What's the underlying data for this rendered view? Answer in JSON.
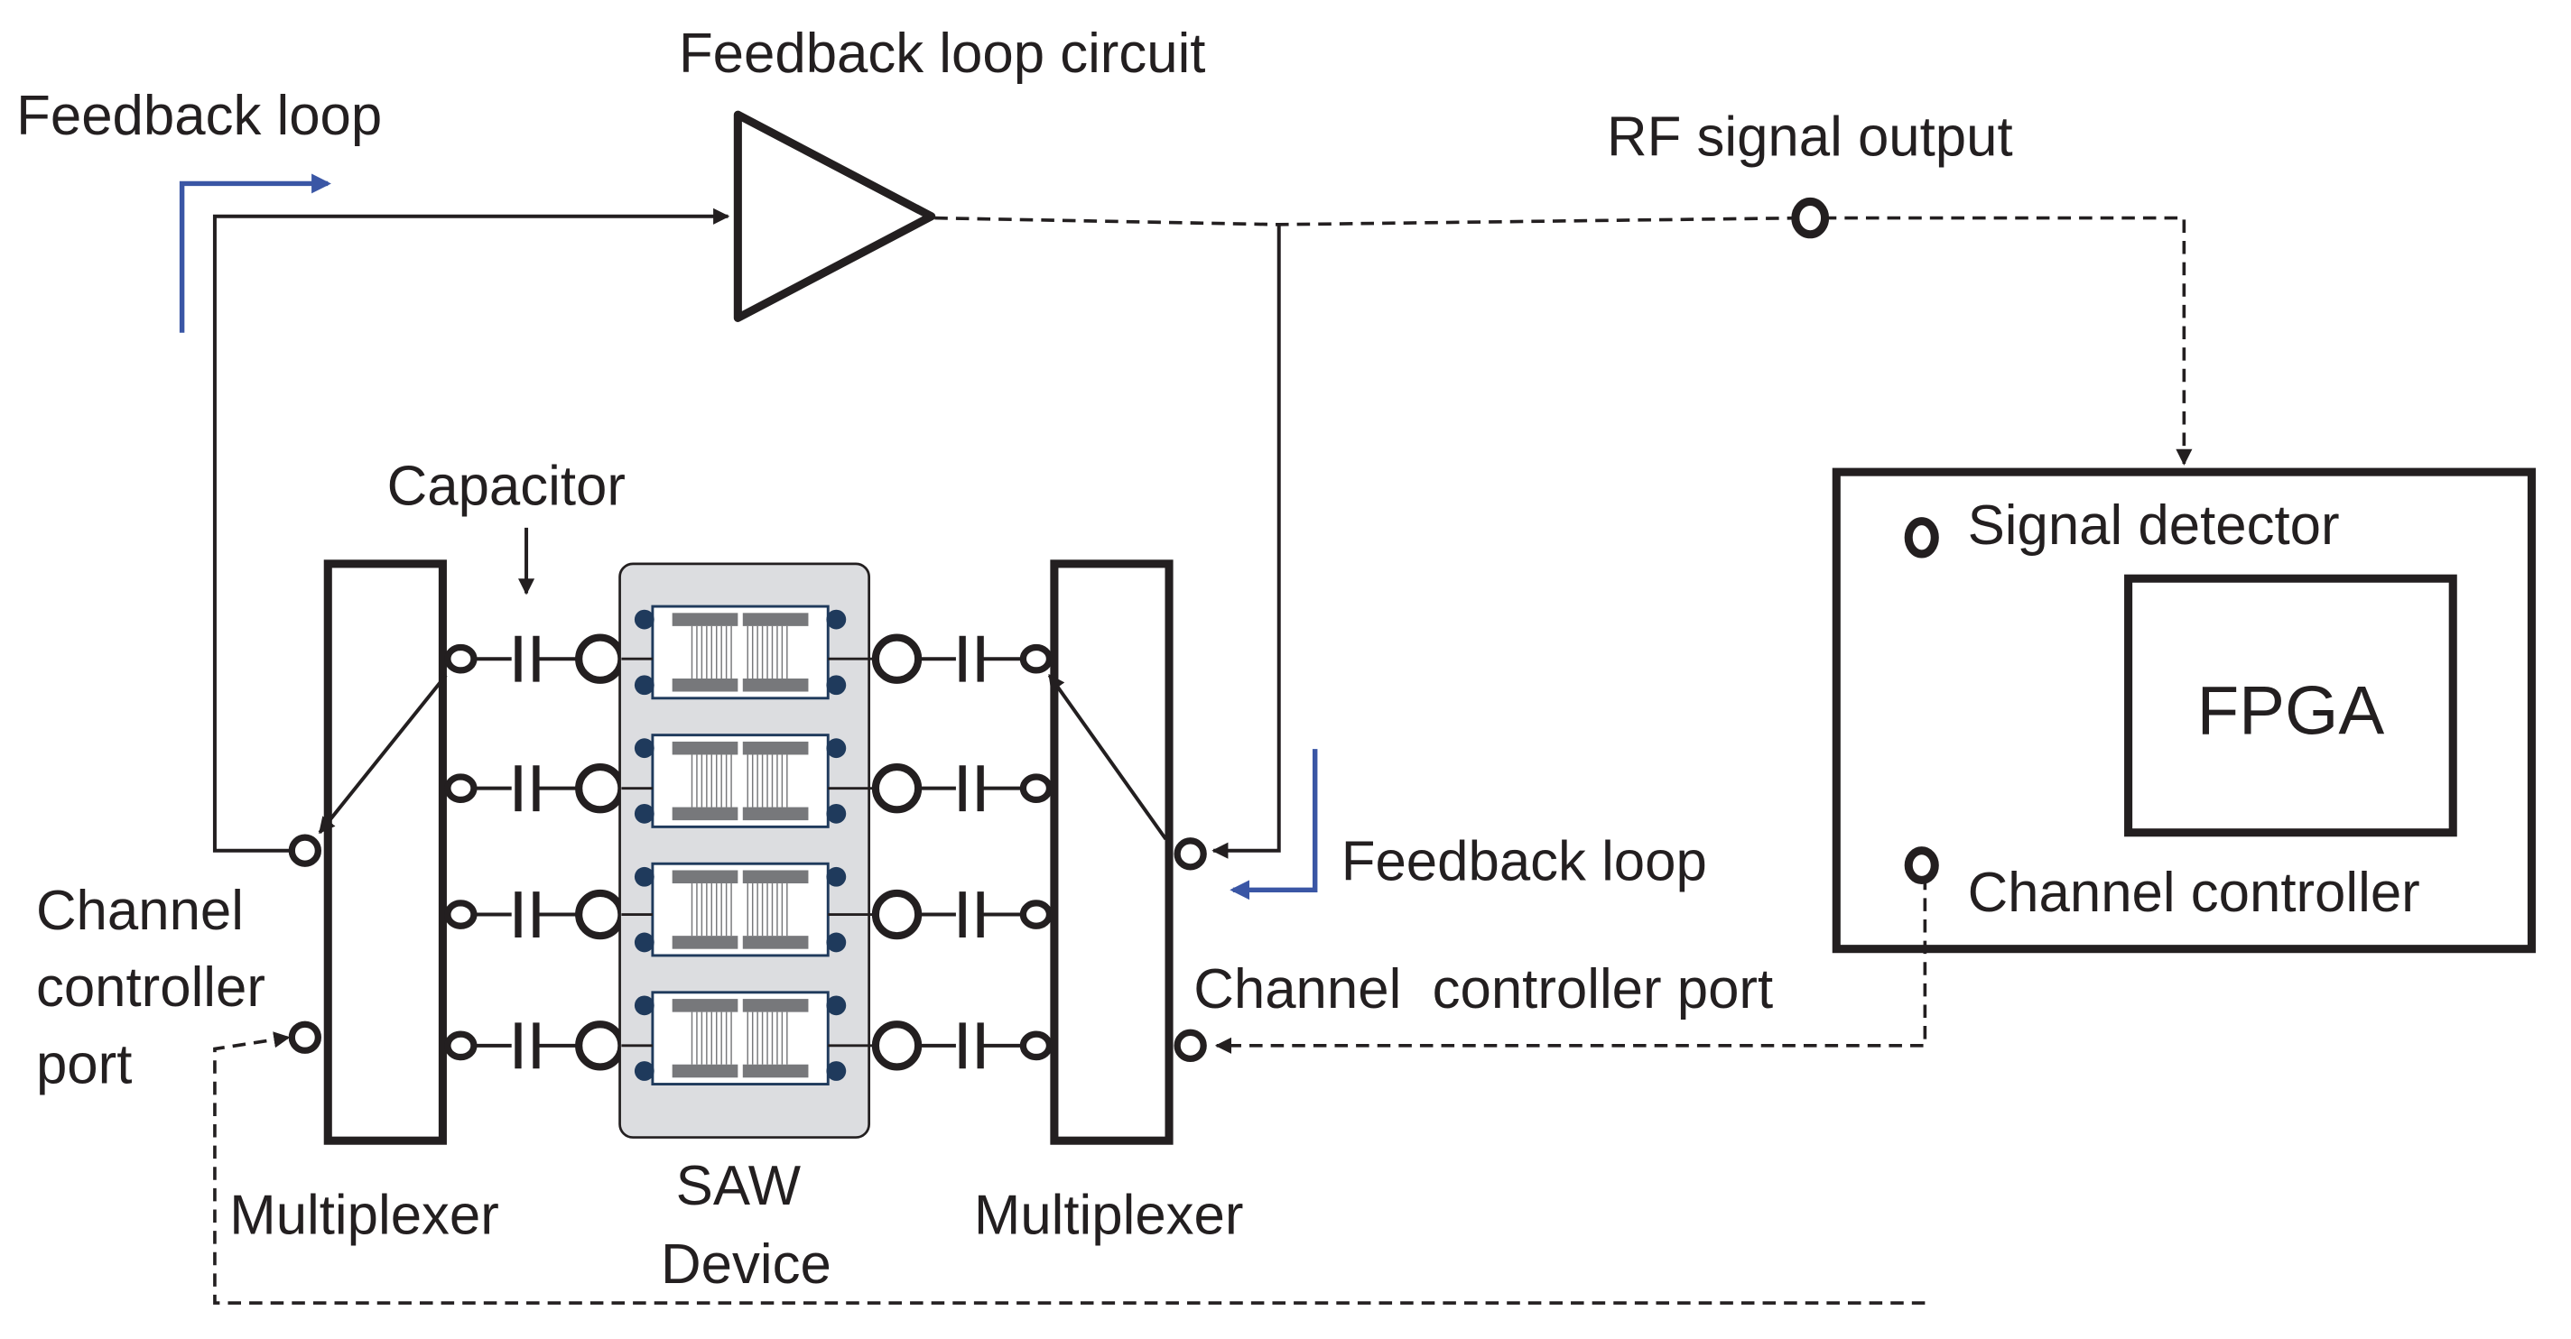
{
  "labels": {
    "feedback_loop_top": "Feedback loop",
    "feedback_loop_circuit": "Feedback loop circuit",
    "rf_signal_output": "RF signal output",
    "capacitor": "Capacitor",
    "signal_detector": "Signal detector",
    "fpga": "FPGA",
    "channel_controller": "Channel controller",
    "feedback_loop_right": "Feedback loop",
    "channel_controller_port_right": "Channel  controller port",
    "channel_controller_port_left": [
      "Channel",
      "controller",
      "port"
    ],
    "multiplexer_left": "Multiplexer",
    "multiplexer_right": "Multiplexer",
    "saw_device": [
      "SAW",
      "Device"
    ]
  },
  "channels": 4,
  "colors": {
    "line": "#231f20",
    "feedback_arrow": "#3a56a5",
    "saw_bg": "#dcdde0",
    "saw_border": "#1f3a5c",
    "idt_gray": "#77787b"
  }
}
